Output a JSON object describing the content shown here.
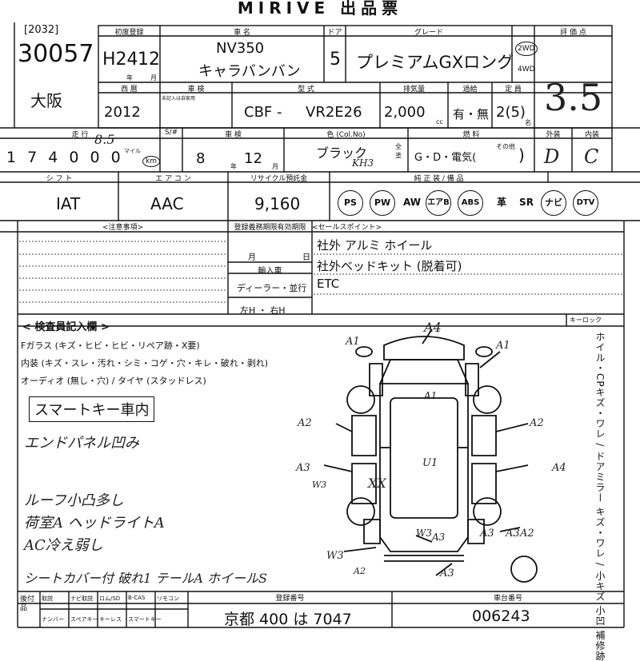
{
  "header": {
    "title": "MIRIVE 出品票"
  },
  "lot": {
    "code": "[2032]",
    "number": "30057",
    "venue": "大阪"
  },
  "labels": {
    "first_reg": "初度登録",
    "car_name": "車  名",
    "doors": "ドア",
    "grade": "グレード",
    "eval": "評 価 点",
    "western": "西  暦",
    "inspection": "車  検",
    "model": "型  式",
    "displacement": "排気量",
    "turbo": "過給",
    "capacity": "定 員",
    "mileage": "走 行",
    "meter": "S/#",
    "shaken": "車 検",
    "color": "色 (Col.No)",
    "fuel": "燃 料",
    "exterior": "外装",
    "interior": "内装",
    "shift": "シ フ ト",
    "aircon": "エ ア コ ン",
    "recycle": "リサイクル預託金",
    "equipment": "純 正 装 / 備 品",
    "notes": "<注意事項>",
    "reg_date": "登録義務期限有効期限",
    "import": "輸入車",
    "sales": "<セールスポイント>",
    "inspector": "< 検査員記入欄 >",
    "keylock": "キーロック",
    "reg_no": "登録番号",
    "chassis_no": "車台番号",
    "month": "月",
    "day": "日",
    "year_unit": "年",
    "month_unit": "月",
    "km_unit": "km",
    "cc": "cc",
    "persons": "名",
    "h": "年",
    "m": "月",
    "inspection_note": "未記入は自家用",
    "sonota": "その他"
  },
  "car": {
    "era": "H24",
    "month": "12",
    "name_en": "NV350",
    "name_jp": "キャラバンバン",
    "doors": "5",
    "grade": "プレミアムGXロング",
    "drive_2wd": "2WD",
    "drive_4wd": "4WD",
    "eval_score": "3.5",
    "western_year": "2012",
    "model_prefix": "CBF -",
    "model_code": "VR2E26",
    "displacement": "2,000",
    "turbo": "有・無",
    "capacity": "2(5)",
    "mileage": "1 7 4 0 0 0",
    "mileage_hand": "8.5",
    "mileage_unit": "マイル",
    "shaken_year": "8",
    "shaken_month": "12",
    "color": "ブラック",
    "color_code": "KH3",
    "color_note": "全塗",
    "fuel": "G・D・電気(",
    "exterior_score": "D",
    "interior_score": "C",
    "shift": "IAT",
    "aircon": "AAC",
    "recycle": "9,160"
  },
  "equipment": [
    {
      "label": "PS",
      "circled": true
    },
    {
      "label": "PW",
      "circled": true
    },
    {
      "label": "AW",
      "circled": false
    },
    {
      "label": "エアB",
      "circled": true
    },
    {
      "label": "ABS",
      "circled": true
    },
    {
      "label": "革",
      "circled": false
    },
    {
      "label": "SR",
      "circled": false
    },
    {
      "label": "ナビ",
      "circled": true
    },
    {
      "label": "DTV",
      "circled": true
    }
  ],
  "import_fields": {
    "dealer": "ディーラー・並行",
    "handle": "左H ・ 右H"
  },
  "sales_points": [
    "社外 アルミ ホイール",
    "社外ベッドキット (脱着可)",
    "ETC"
  ],
  "inspector": {
    "line1": "Fガラス (キズ・ヒビ・ヒビ・リペア跡・X要)",
    "line2": "内装 (キズ・スレ・汚れ・シミ・コゲ・穴・キレ・破れ・剥れ)",
    "line3": "オーディオ (無し・穴) / タイヤ (スタッドレス)",
    "stamp": "スマートキー車内",
    "hand1": "エンドパネル凹み",
    "hand2": "ルーフ小凸多し",
    "hand3": "荷室A ヘッドライトA",
    "hand4": "AC冷え弱し",
    "hand5": "シートカバー付 破れ1 テールA ホイールS"
  },
  "diagram_marks": [
    "A4",
    "A1",
    "A1",
    "A1",
    "A2",
    "A2",
    "A3",
    "U1",
    "A4",
    "W3",
    "XX",
    "A3",
    "A2",
    "W3",
    "A3",
    "A2",
    "W3",
    "A3",
    "A3"
  ],
  "side_notes": "ホイル・CPキズ・ワレ / ドアミラー キズ・ワレ / 小キズ 小凹 補修跡",
  "footer": {
    "row1": [
      "取説",
      "ナビ取説",
      "ロム/SD",
      "B-CAS",
      "リモコン"
    ],
    "row2": [
      "ナンバー",
      "スペアキー",
      "キーレス",
      "スマートキー"
    ],
    "side_label": "後付品",
    "reg_number": "京都 400 は 7047",
    "chassis_number": "006243"
  }
}
